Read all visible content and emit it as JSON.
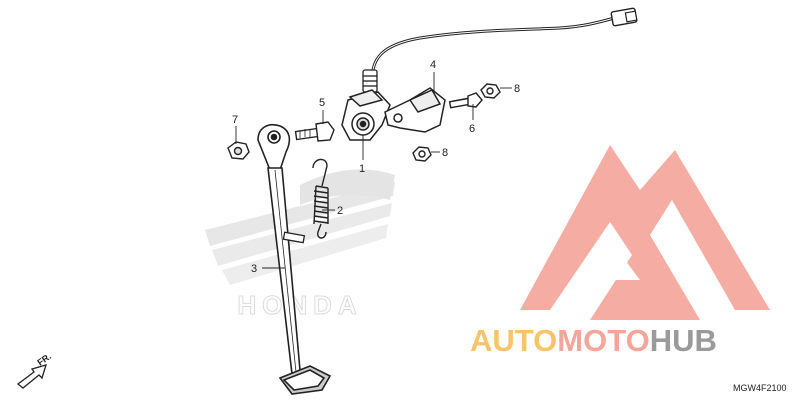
{
  "diagram": {
    "callouts": {
      "c1": "1",
      "c2": "2",
      "c3": "3",
      "c4": "4",
      "c5": "5",
      "c6": "6",
      "c7": "7",
      "c8a": "8",
      "c8b": "8"
    },
    "direction_label": "FR.",
    "diagram_code": "MGW4F2100",
    "background_logo_text": "HONDA"
  },
  "watermark": {
    "auto": "AUTO",
    "moto": "MOTO",
    "hub": "HUB",
    "colors": {
      "logo": "#f5a59a",
      "auto": "#f7c46a",
      "moto": "#f5a59a",
      "hub": "#9a9a9a"
    }
  }
}
